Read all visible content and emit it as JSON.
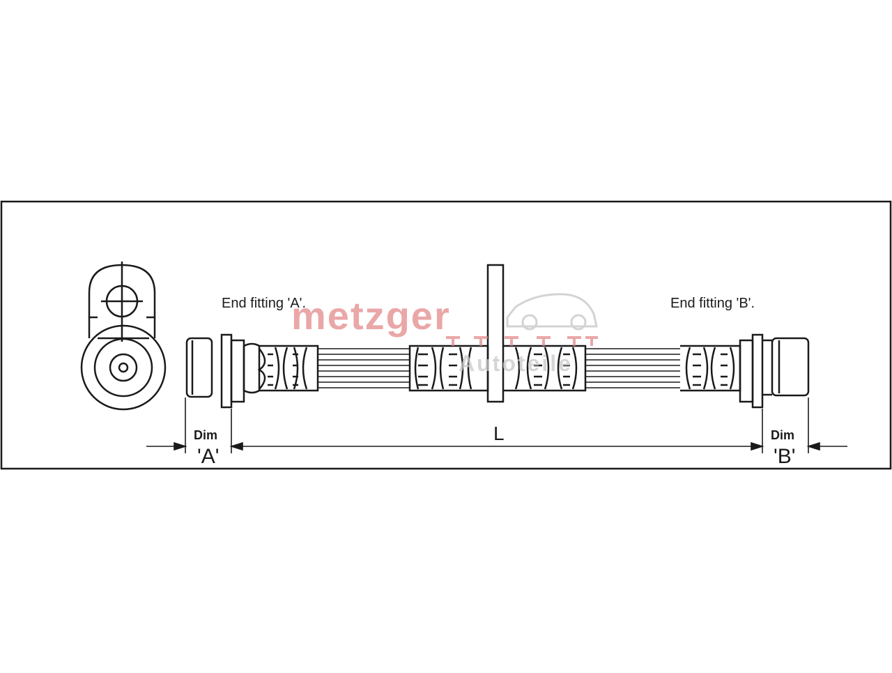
{
  "labels": {
    "end_fitting_a": "End fitting 'A'.",
    "end_fitting_b": "End fitting 'B'.",
    "dim_a_word": "Dim",
    "dim_a_letter": "'A'",
    "dim_b_word": "Dim",
    "dim_b_letter": "'B'",
    "length": "L"
  },
  "watermark": {
    "brand": "metzger",
    "sub": "Autoteile"
  },
  "colors": {
    "line": "#1a1a1a",
    "watermark": "#e48a8a",
    "watermark_sub": "#c9c9c9"
  }
}
